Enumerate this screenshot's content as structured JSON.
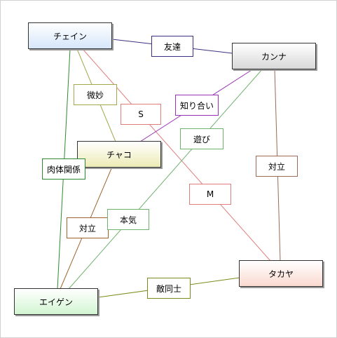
{
  "nodes": {
    "chain": {
      "label": "チェイン"
    },
    "kanna": {
      "label": "カンナ"
    },
    "chako": {
      "label": "チャコ"
    },
    "takaya": {
      "label": "タカヤ"
    },
    "eigen": {
      "label": "エイゲン"
    }
  },
  "edges": [
    {
      "id": "chain-kanna",
      "label": "友達",
      "color": "#3d3080"
    },
    {
      "id": "chain-chako",
      "label": "微妙",
      "color": "#a3a84a"
    },
    {
      "id": "chain-takaya",
      "label": "S",
      "color": "#e07c7c"
    },
    {
      "id": "chain-eigen",
      "label": "肉体関係",
      "color": "#2f8a2f"
    },
    {
      "id": "kanna-chako",
      "label": "知り合い",
      "color": "#9a32b5"
    },
    {
      "id": "kanna-eigen",
      "label": "遊び",
      "color": "#6fb26f"
    },
    {
      "id": "kanna-takaya",
      "label": "対立",
      "color": "#9a6a55"
    },
    {
      "id": "chako-takaya",
      "label": "M",
      "color": "#e07c7c"
    },
    {
      "id": "chako-eigen",
      "label": "対立",
      "color": "#a0622a"
    },
    {
      "id": "eigen-chako",
      "label": "本気",
      "color": "#6fb26f"
    },
    {
      "id": "eigen-takaya",
      "label": "敵同士",
      "color": "#7b8a1a"
    }
  ]
}
